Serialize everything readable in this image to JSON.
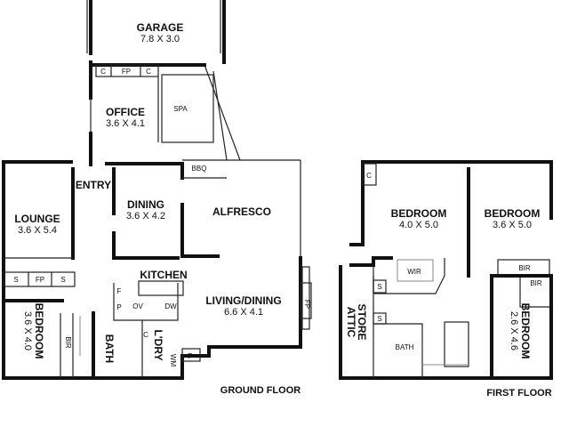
{
  "ground_floor": {
    "title": "GROUND FLOOR",
    "rooms": {
      "garage": {
        "name": "GARAGE",
        "size": "7.8 X 3.0"
      },
      "office": {
        "name": "OFFICE",
        "size": "3.6 X 4.1"
      },
      "spa": {
        "name": "SPA"
      },
      "entry": {
        "name": "ENTRY"
      },
      "dining": {
        "name": "DINING",
        "size": "3.6 X 4.2"
      },
      "alfresco": {
        "name": "ALFRESCO"
      },
      "bbq": {
        "name": "BBQ"
      },
      "lounge": {
        "name": "LOUNGE",
        "size": "3.6 X 5.4"
      },
      "kitchen": {
        "name": "KITCHEN"
      },
      "living": {
        "name": "LIVING/DINING",
        "size": "6.6 X 4.1"
      },
      "bedroom": {
        "name": "BEDROOM",
        "size": "3.6 X 4.0"
      },
      "bath": {
        "name": "BATH"
      },
      "laundry": {
        "name": "L'DRY"
      }
    },
    "fixtures": {
      "c": "C",
      "fp": "FP",
      "s": "S",
      "f": "F",
      "p": "P",
      "ov": "OV",
      "dw": "DW",
      "wm": "WM",
      "bir": "BIR"
    }
  },
  "first_floor": {
    "title": "FIRST FLOOR",
    "rooms": {
      "bedroom1": {
        "name": "BEDROOM",
        "size": "4.0 X 5.0"
      },
      "bedroom2": {
        "name": "BEDROOM",
        "size": "3.6 X 5.0"
      },
      "bedroom3": {
        "name": "BEDROOM",
        "size": "2.6 X 4.6"
      },
      "wir": {
        "name": "WIR"
      },
      "attic": {
        "name1": "ATTIC",
        "name2": "STORE"
      },
      "bath": {
        "name": "BATH"
      }
    },
    "fixtures": {
      "c": "C",
      "s": "S",
      "bir": "BIR"
    }
  }
}
